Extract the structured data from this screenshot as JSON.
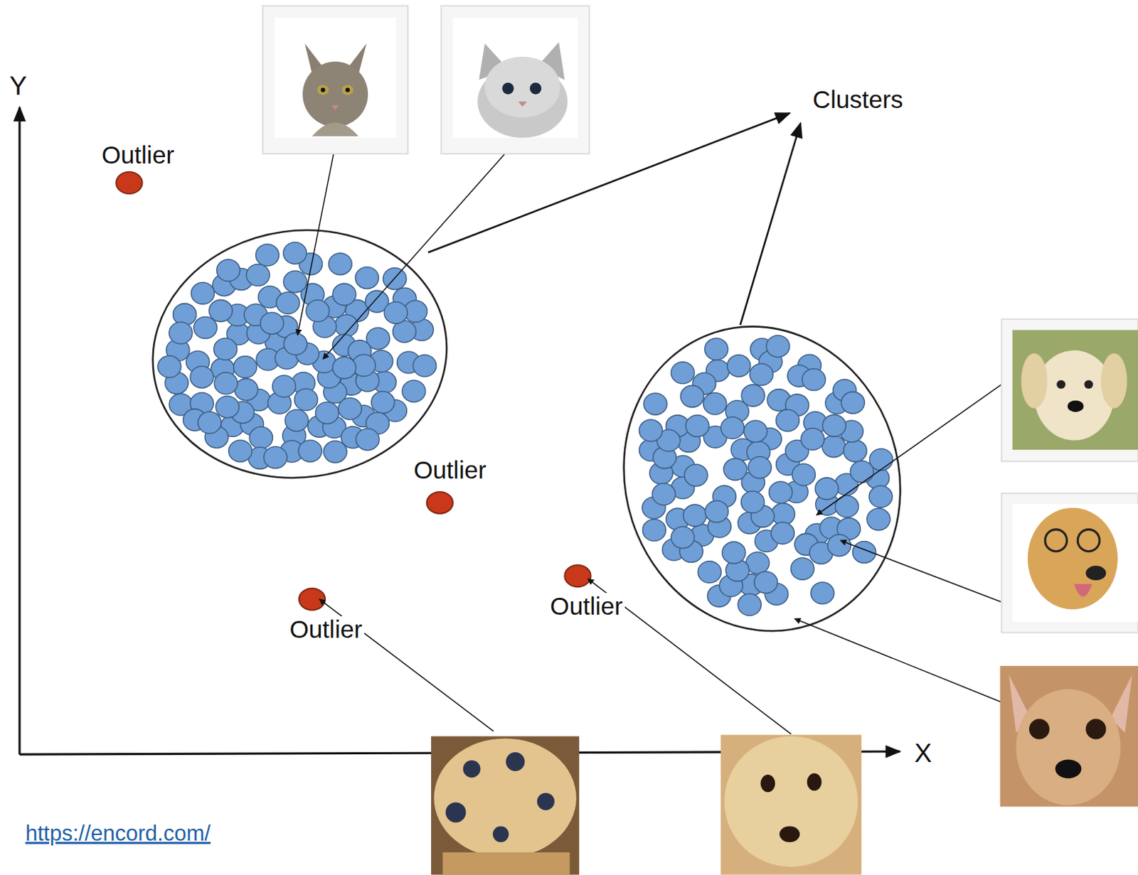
{
  "diagram": {
    "labels": [
      "Y",
      "Outlier",
      "Clusters",
      "Outlier",
      "Outlier",
      "Outlier",
      "X",
      "https://encord.com/"
    ]
  }
}
